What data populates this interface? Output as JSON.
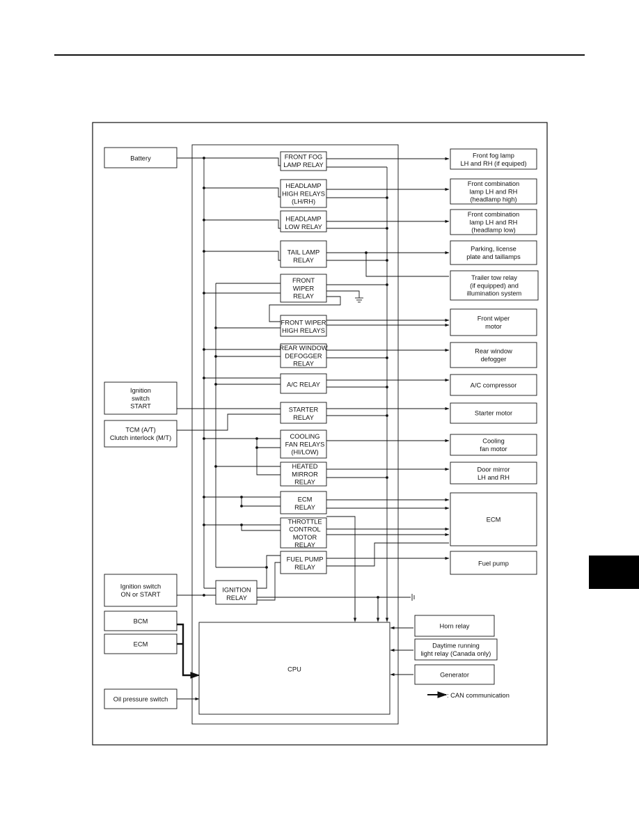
{
  "external_inputs": {
    "battery": [
      "Battery"
    ],
    "ignition_start": [
      "Ignition",
      "switch",
      "START"
    ],
    "tcm": [
      "TCM (A/T)",
      "Clutch interlock (M/T)"
    ],
    "ignition_on": [
      "Ignition switch",
      "ON or START"
    ],
    "bcm": [
      "BCM"
    ],
    "ecm_in": [
      "ECM"
    ],
    "oil_pressure": [
      "Oil pressure switch"
    ]
  },
  "relays": {
    "front_fog": [
      "FRONT FOG",
      "LAMP RELAY"
    ],
    "headlamp_high": [
      "HEADLAMP",
      "HIGH RELAYS",
      "(LH/RH)"
    ],
    "headlamp_low": [
      "HEADLAMP",
      "LOW RELAY"
    ],
    "tail_lamp": [
      "TAIL LAMP",
      "RELAY"
    ],
    "front_wiper": [
      "FRONT",
      "WIPER",
      "RELAY"
    ],
    "front_wiper_high": [
      "FRONT WIPER",
      "HIGH RELAYS"
    ],
    "rear_window": [
      "REAR WINDOW",
      "DEFOGGER",
      "RELAY"
    ],
    "ac": [
      "A/C RELAY"
    ],
    "starter": [
      "STARTER",
      "RELAY"
    ],
    "cooling_fan": [
      "COOLING",
      "FAN RELAYS",
      "(HI/LOW)"
    ],
    "heated_mirror": [
      "HEATED",
      "MIRROR",
      "RELAY"
    ],
    "ecm_relay": [
      "ECM",
      "RELAY"
    ],
    "throttle": [
      "THROTTLE",
      "CONTROL",
      "MOTOR",
      "RELAY"
    ],
    "fuel_pump": [
      "FUEL PUMP",
      "RELAY"
    ],
    "ignition": [
      "IGNITION",
      "RELAY"
    ]
  },
  "outputs": {
    "fog_lamp": [
      "Front fog lamp",
      "LH and RH (if equiped)"
    ],
    "front_comb_high": [
      "Front combination",
      "lamp LH and RH",
      "(headlamp high)"
    ],
    "front_comb_low": [
      "Front combination",
      "lamp LH and RH",
      "(headlamp low)"
    ],
    "parking": [
      "Parking, license",
      "plate and taillamps"
    ],
    "trailer": [
      "Trailer tow relay",
      "(if equipped) and",
      "illumination system"
    ],
    "wiper_motor": [
      "Front wiper",
      "motor"
    ],
    "rear_defogger": [
      "Rear window",
      "defogger"
    ],
    "ac_compressor": [
      "A/C compressor"
    ],
    "starter_motor": [
      "Starter motor"
    ],
    "cooling_fan_motor": [
      "Cooling",
      "fan motor"
    ],
    "door_mirror": [
      "Door mirror",
      "LH and RH"
    ],
    "ecm_out": [
      "ECM"
    ],
    "fuel_pump_out": [
      "Fuel pump"
    ]
  },
  "cpu_inputs": {
    "horn": [
      "Horn relay"
    ],
    "drl": [
      "Daytime running",
      "light relay (Canada only)"
    ],
    "generator": [
      "Generator"
    ]
  },
  "cpu": [
    "CPU"
  ],
  "legend": [
    "CAN communication"
  ]
}
